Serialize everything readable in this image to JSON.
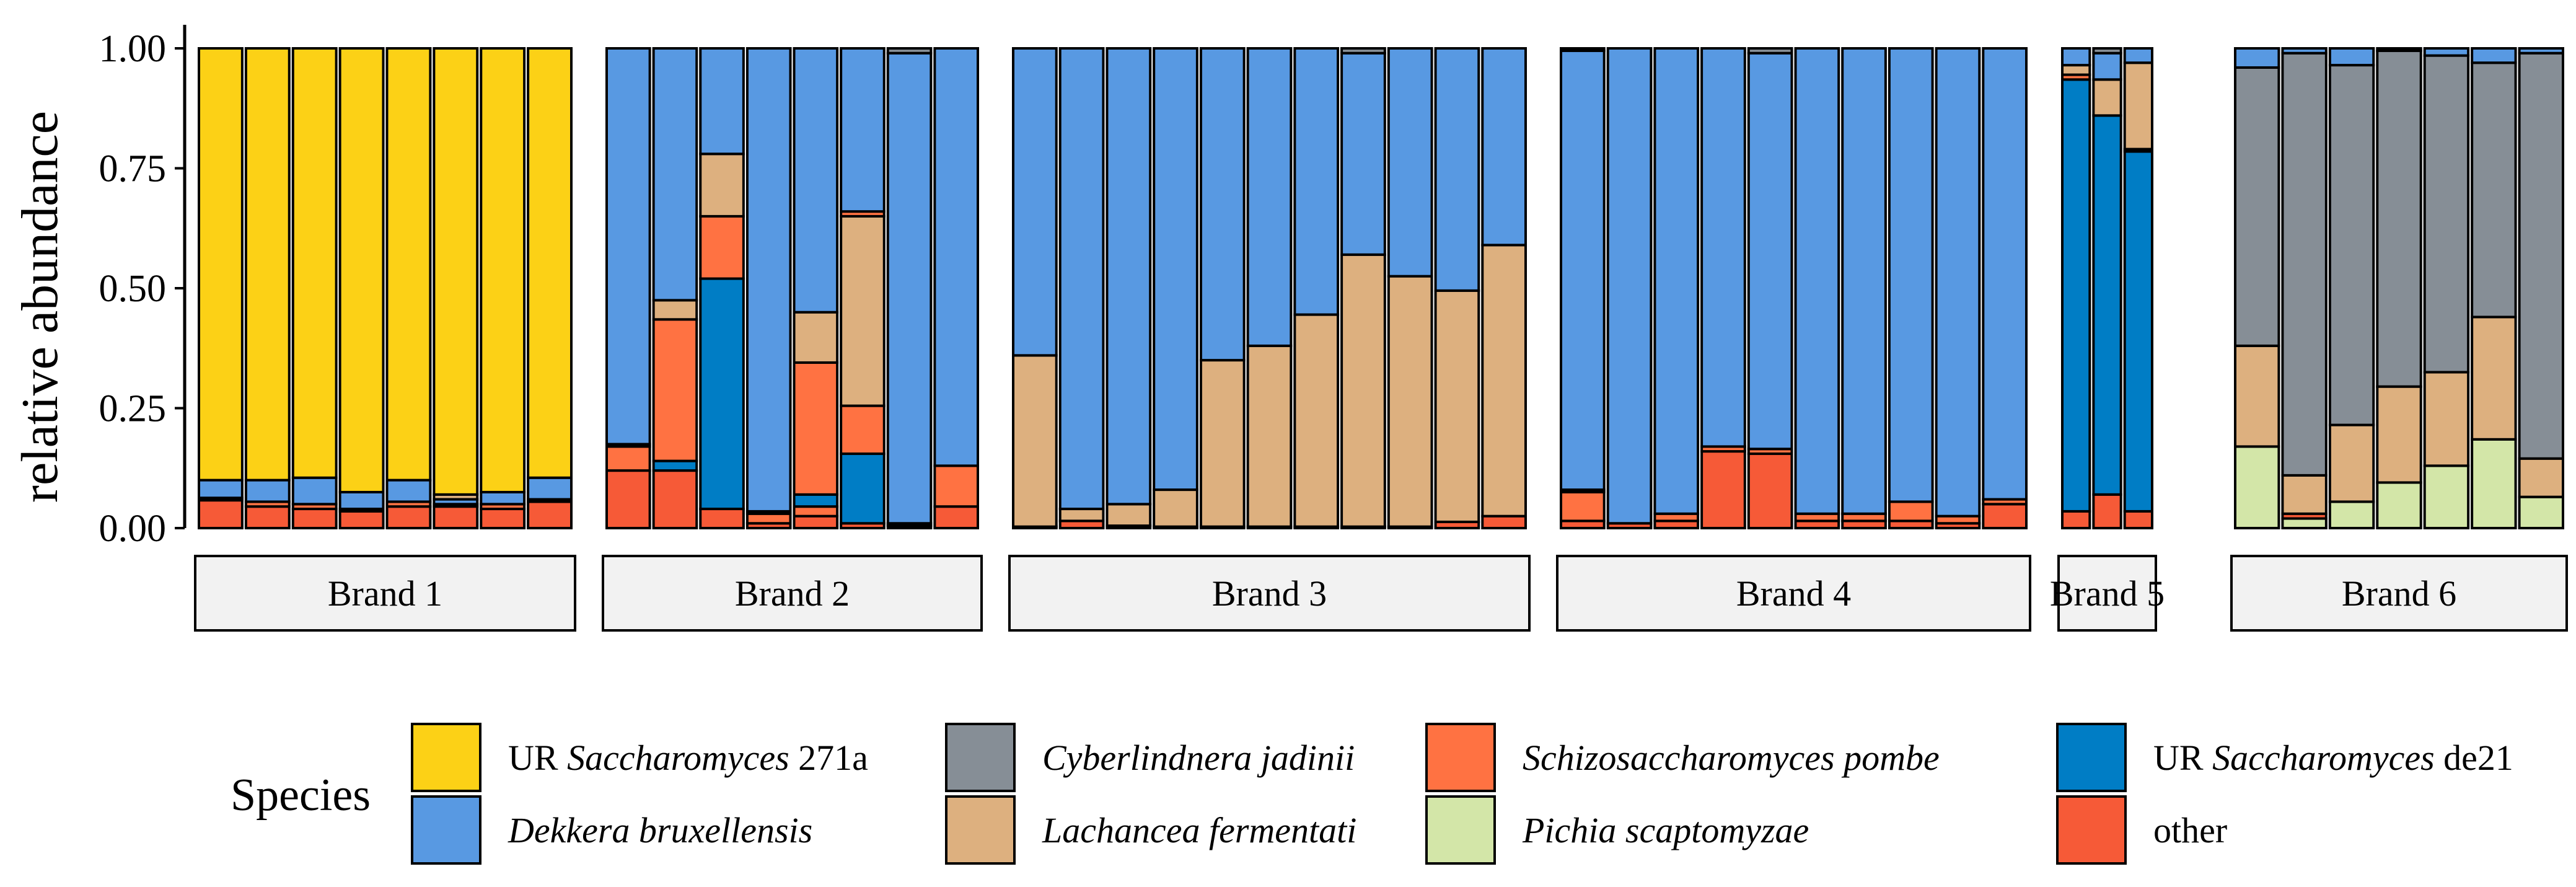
{
  "chart_data": {
    "type": "bar",
    "stacked": true,
    "ylabel": "relative abundance",
    "ylim": [
      0,
      1
    ],
    "yticks": [
      "0.00",
      "0.25",
      "0.50",
      "0.75",
      "1.00"
    ],
    "grid": false,
    "legend_position": "bottom",
    "legend": {
      "title": "Species",
      "items": [
        {
          "key": "ur271a",
          "parts": [
            {
              "t": "UR ",
              "i": false
            },
            {
              "t": "Saccharomyces",
              "i": true
            },
            {
              "t": " 271a",
              "i": false
            }
          ],
          "color": "#FCD116"
        },
        {
          "key": "dekkera",
          "parts": [
            {
              "t": "Dekkera bruxellensis",
              "i": true
            }
          ],
          "color": "#5899E2"
        },
        {
          "key": "cyber",
          "parts": [
            {
              "t": "Cyberlindnera jadinii",
              "i": true
            }
          ],
          "color": "#868E96"
        },
        {
          "key": "lachancea",
          "parts": [
            {
              "t": "Lachancea fermentati",
              "i": true
            }
          ],
          "color": "#DDB07F"
        },
        {
          "key": "schizo",
          "parts": [
            {
              "t": "Schizosaccharomyces pombe",
              "i": true
            }
          ],
          "color": "#FF7242"
        },
        {
          "key": "pichia",
          "parts": [
            {
              "t": "Pichia scaptomyzae",
              "i": true
            }
          ],
          "color": "#D3E6A8"
        },
        {
          "key": "urde21",
          "parts": [
            {
              "t": "UR ",
              "i": false
            },
            {
              "t": "Saccharomyces",
              "i": true
            },
            {
              "t": " de21",
              "i": false
            }
          ],
          "color": "#007DC5"
        },
        {
          "key": "other",
          "parts": [
            {
              "t": "other",
              "i": false
            }
          ],
          "color": "#F65A37"
        }
      ]
    },
    "panels": [
      {
        "label": "Brand 1",
        "bars": [
          [
            [
              "other",
              0.058
            ],
            [
              "schizo",
              0.005
            ],
            [
              "dekkera",
              0.037
            ],
            [
              "ur271a",
              0.9
            ]
          ],
          [
            [
              "other",
              0.045
            ],
            [
              "schizo",
              0.01
            ],
            [
              "dekkera",
              0.045
            ],
            [
              "ur271a",
              0.9
            ]
          ],
          [
            [
              "other",
              0.04
            ],
            [
              "schizo",
              0.01
            ],
            [
              "dekkera",
              0.055
            ],
            [
              "ur271a",
              0.895
            ]
          ],
          [
            [
              "other",
              0.035
            ],
            [
              "schizo",
              0.005
            ],
            [
              "dekkera",
              0.035
            ],
            [
              "ur271a",
              0.925
            ]
          ],
          [
            [
              "other",
              0.045
            ],
            [
              "schizo",
              0.01
            ],
            [
              "dekkera",
              0.045
            ],
            [
              "ur271a",
              0.9
            ]
          ],
          [
            [
              "other",
              0.045
            ],
            [
              "schizo",
              0.005
            ],
            [
              "dekkera",
              0.01
            ],
            [
              "lachancea",
              0.01
            ],
            [
              "ur271a",
              0.93
            ]
          ],
          [
            [
              "other",
              0.04
            ],
            [
              "schizo",
              0.01
            ],
            [
              "dekkera",
              0.025
            ],
            [
              "ur271a",
              0.925
            ]
          ],
          [
            [
              "other",
              0.055
            ],
            [
              "schizo",
              0.005
            ],
            [
              "dekkera",
              0.045
            ],
            [
              "ur271a",
              0.895
            ]
          ]
        ]
      },
      {
        "label": "Brand 2",
        "bars": [
          [
            [
              "other",
              0.12
            ],
            [
              "schizo",
              0.05
            ],
            [
              "lachancea",
              0.005
            ],
            [
              "dekkera",
              0.825
            ]
          ],
          [
            [
              "other",
              0.12
            ],
            [
              "urde21",
              0.02
            ],
            [
              "schizo",
              0.295
            ],
            [
              "lachancea",
              0.04
            ],
            [
              "dekkera",
              0.525
            ]
          ],
          [
            [
              "other",
              0.04
            ],
            [
              "urde21",
              0.48
            ],
            [
              "schizo",
              0.13
            ],
            [
              "lachancea",
              0.13
            ],
            [
              "dekkera",
              0.22
            ]
          ],
          [
            [
              "other",
              0.01
            ],
            [
              "schizo",
              0.02
            ],
            [
              "lachancea",
              0.005
            ],
            [
              "dekkera",
              0.965
            ]
          ],
          [
            [
              "other",
              0.025
            ],
            [
              "schizo",
              0.02
            ],
            [
              "urde21",
              0.025
            ],
            [
              "schizo",
              0.275
            ],
            [
              "lachancea",
              0.105
            ],
            [
              "dekkera",
              0.55
            ]
          ],
          [
            [
              "other",
              0.01
            ],
            [
              "urde21",
              0.145
            ],
            [
              "schizo",
              0.1
            ],
            [
              "lachancea",
              0.395
            ],
            [
              "schizo",
              0.01
            ],
            [
              "dekkera",
              0.34
            ]
          ],
          [
            [
              "other",
              0.005
            ],
            [
              "urde21",
              0.005
            ],
            [
              "dekkera",
              0.98
            ],
            [
              "cyber",
              0.01
            ]
          ],
          [
            [
              "other",
              0.045
            ],
            [
              "schizo",
              0.085
            ],
            [
              "dekkera",
              0.87
            ]
          ]
        ]
      },
      {
        "label": "Brand 3",
        "bars": [
          [
            [
              "other",
              0.003
            ],
            [
              "lachancea",
              0.357
            ],
            [
              "dekkera",
              0.64
            ]
          ],
          [
            [
              "other",
              0.015
            ],
            [
              "lachancea",
              0.025
            ],
            [
              "dekkera",
              0.96
            ]
          ],
          [
            [
              "other",
              0.005
            ],
            [
              "lachancea",
              0.045
            ],
            [
              "dekkera",
              0.95
            ]
          ],
          [
            [
              "other",
              0.003
            ],
            [
              "lachancea",
              0.077
            ],
            [
              "dekkera",
              0.92
            ]
          ],
          [
            [
              "other",
              0.003
            ],
            [
              "lachancea",
              0.347
            ],
            [
              "dekkera",
              0.65
            ]
          ],
          [
            [
              "other",
              0.003
            ],
            [
              "lachancea",
              0.377
            ],
            [
              "dekkera",
              0.62
            ]
          ],
          [
            [
              "other",
              0.003
            ],
            [
              "lachancea",
              0.442
            ],
            [
              "dekkera",
              0.555
            ]
          ],
          [
            [
              "other",
              0.003
            ],
            [
              "lachancea",
              0.567
            ],
            [
              "dekkera",
              0.42
            ],
            [
              "cyber",
              0.01
            ]
          ],
          [
            [
              "other",
              0.003
            ],
            [
              "lachancea",
              0.522
            ],
            [
              "dekkera",
              0.475
            ]
          ],
          [
            [
              "other",
              0.013
            ],
            [
              "lachancea",
              0.482
            ],
            [
              "dekkera",
              0.505
            ]
          ],
          [
            [
              "other",
              0.025
            ],
            [
              "lachancea",
              0.565
            ],
            [
              "dekkera",
              0.41
            ]
          ]
        ]
      },
      {
        "label": "Brand 4",
        "bars": [
          [
            [
              "other",
              0.015
            ],
            [
              "schizo",
              0.06
            ],
            [
              "lachancea",
              0.005
            ],
            [
              "dekkera",
              0.915
            ],
            [
              "cyber",
              0.005
            ]
          ],
          [
            [
              "other",
              0.01
            ],
            [
              "dekkera",
              0.99
            ]
          ],
          [
            [
              "other",
              0.015
            ],
            [
              "schizo",
              0.015
            ],
            [
              "dekkera",
              0.97
            ]
          ],
          [
            [
              "other",
              0.16
            ],
            [
              "schizo",
              0.01
            ],
            [
              "dekkera",
              0.83
            ]
          ],
          [
            [
              "other",
              0.155
            ],
            [
              "schizo",
              0.01
            ],
            [
              "dekkera",
              0.825
            ],
            [
              "cyber",
              0.01
            ]
          ],
          [
            [
              "other",
              0.015
            ],
            [
              "schizo",
              0.015
            ],
            [
              "dekkera",
              0.97
            ]
          ],
          [
            [
              "other",
              0.015
            ],
            [
              "schizo",
              0.015
            ],
            [
              "dekkera",
              0.97
            ]
          ],
          [
            [
              "other",
              0.015
            ],
            [
              "schizo",
              0.04
            ],
            [
              "dekkera",
              0.945
            ]
          ],
          [
            [
              "other",
              0.01
            ],
            [
              "schizo",
              0.015
            ],
            [
              "dekkera",
              0.975
            ]
          ],
          [
            [
              "other",
              0.05
            ],
            [
              "schizo",
              0.01
            ],
            [
              "dekkera",
              0.94
            ]
          ]
        ]
      },
      {
        "label": "Brand 5",
        "bars": [
          [
            [
              "other",
              0.035
            ],
            [
              "urde21",
              0.9
            ],
            [
              "schizo",
              0.01
            ],
            [
              "lachancea",
              0.02
            ],
            [
              "dekkera",
              0.035
            ]
          ],
          [
            [
              "other",
              0.07
            ],
            [
              "urde21",
              0.79
            ],
            [
              "lachancea",
              0.075
            ],
            [
              "dekkera",
              0.055
            ],
            [
              "cyber",
              0.01
            ]
          ],
          [
            [
              "other",
              0.035
            ],
            [
              "urde21",
              0.75
            ],
            [
              "schizo",
              0.005
            ],
            [
              "lachancea",
              0.18
            ],
            [
              "dekkera",
              0.03
            ]
          ]
        ]
      },
      {
        "label": "Brand 6",
        "bars": [
          [
            [
              "pichia",
              0.17
            ],
            [
              "lachancea",
              0.21
            ],
            [
              "cyber",
              0.58
            ],
            [
              "dekkera",
              0.04
            ]
          ],
          [
            [
              "pichia",
              0.02
            ],
            [
              "other",
              0.01
            ],
            [
              "lachancea",
              0.08
            ],
            [
              "cyber",
              0.88
            ],
            [
              "dekkera",
              0.01
            ]
          ],
          [
            [
              "pichia",
              0.055
            ],
            [
              "lachancea",
              0.16
            ],
            [
              "cyber",
              0.75
            ],
            [
              "dekkera",
              0.035
            ]
          ],
          [
            [
              "pichia",
              0.095
            ],
            [
              "lachancea",
              0.2
            ],
            [
              "cyber",
              0.7
            ],
            [
              "dekkera",
              0.005
            ]
          ],
          [
            [
              "pichia",
              0.13
            ],
            [
              "lachancea",
              0.195
            ],
            [
              "cyber",
              0.66
            ],
            [
              "dekkera",
              0.015
            ]
          ],
          [
            [
              "pichia",
              0.185
            ],
            [
              "lachancea",
              0.255
            ],
            [
              "cyber",
              0.53
            ],
            [
              "dekkera",
              0.03
            ]
          ],
          [
            [
              "pichia",
              0.065
            ],
            [
              "lachancea",
              0.08
            ],
            [
              "cyber",
              0.845
            ],
            [
              "dekkera",
              0.01
            ]
          ]
        ]
      }
    ]
  }
}
